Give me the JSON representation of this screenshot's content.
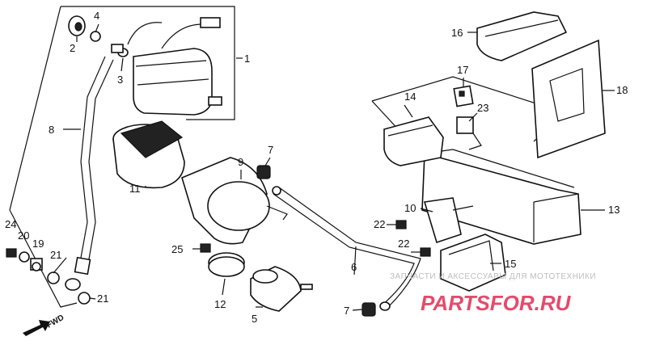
{
  "callouts": {
    "c1": "1",
    "c2": "2",
    "c3": "3",
    "c4": "4",
    "c5": "5",
    "c6": "6",
    "c7a": "7",
    "c7b": "7",
    "c8": "8",
    "c9": "9",
    "c10": "10",
    "c11": "11",
    "c12": "12",
    "c13": "13",
    "c14": "14",
    "c15": "15",
    "c16": "16",
    "c17": "17",
    "c18": "18",
    "c19": "19",
    "c20": "20",
    "c21a": "21",
    "c21b": "21",
    "c22a": "22",
    "c22b": "22",
    "c23": "23",
    "c24": "24",
    "c25": "25"
  },
  "direction_label": "FWD",
  "watermark": {
    "text": "ЗАПЧАСТИ И АКСЕССУАРЫ ДЛЯ МОТОТЕХНИКИ",
    "logo": "PARTSFOR.RU",
    "logo_color": "#e64a6b"
  }
}
